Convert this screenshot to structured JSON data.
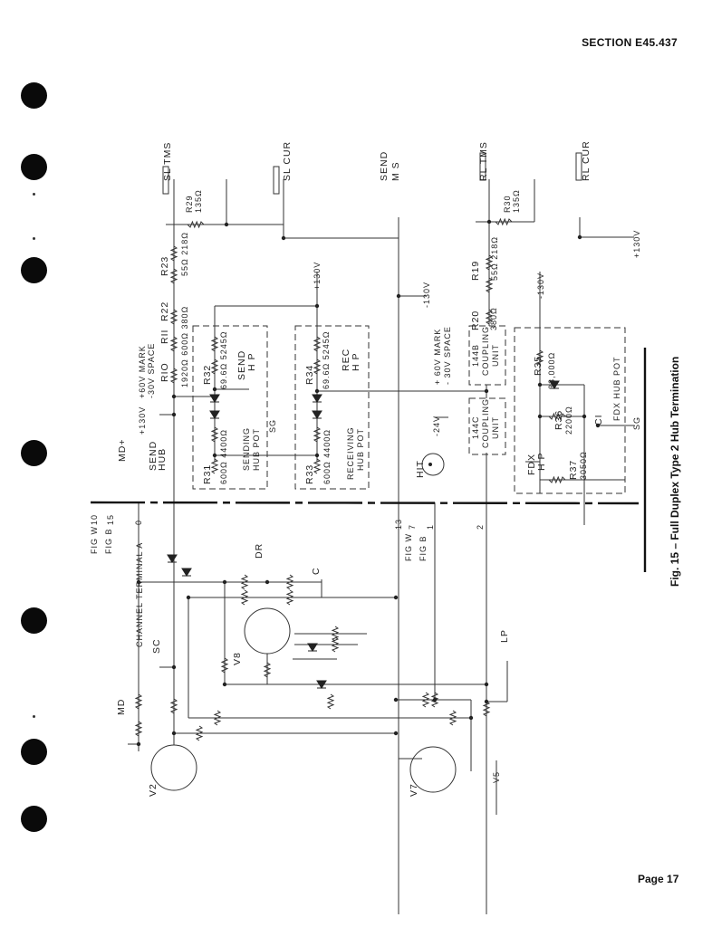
{
  "header": {
    "section": "SECTION E45.437"
  },
  "footer": {
    "page": "Page 17"
  },
  "figure": {
    "caption": "Fig. 15 – Full Duplex Type 2 Hub Termination",
    "labels": {
      "sl_tms": "SL TMS",
      "sl_cur": "SL CUR",
      "send": "SEND",
      "ms": "M S",
      "rl_tms": "RL TMS",
      "rl_cur": "RL CUR",
      "r29": "R29",
      "r29_val": "135Ω",
      "r30": "R30",
      "r30_val": "135Ω",
      "r23": "R23",
      "r23_val": "55Ω  218Ω",
      "r22": "R22",
      "r11": "RII",
      "r10": "RIO",
      "r10_vals": "1920Ω  600Ω  380Ω",
      "mark1": "+60V MARK",
      "space1": "-30V SPACE",
      "p130a": "+130V",
      "send_hub1": "SEND",
      "send_hub2": "HUB",
      "md_plus": "MD+",
      "r32": "R32",
      "r32_val": "69.6Ω 5245Ω",
      "send_hp1": "SEND",
      "send_hp2": "H P",
      "r31": "R31",
      "r31_val": "600Ω  4400Ω",
      "shp1": "SENDING",
      "shp2": "HUB POT",
      "sg1": "SG",
      "p130b": "+130V",
      "r34": "R34",
      "r34_val": "69.6Ω 5245Ω",
      "rec_hp1": "REC",
      "rec_hp2": "H P",
      "r33": "R33",
      "r33_val": "600Ω  4400Ω",
      "rhp1": "RECEIVING",
      "rhp2": "HUB POT",
      "m130a": "-130V",
      "mark2": "+ 60V  MARK",
      "space2": "- 30V  SPACE",
      "r20": "R20",
      "r20_val": "380Ω",
      "r19": "R19",
      "r19_val": "55Ω  218Ω",
      "cu144b_1": "144B",
      "cu144b_2": "COUPLING",
      "cu144b_3": "UNIT",
      "cu144c_1": "144C",
      "cu144c_2": "COUPLING",
      "cu144c_3": "UNIT",
      "m130b": "-130V",
      "p130c": "+130V",
      "r35": "R35",
      "r35_val": "33,000Ω",
      "r36": "R36",
      "r36_val": "2200Ω",
      "c1": "CI",
      "fdx_pot": "FDX HUB POT",
      "sg2": "SG",
      "fdx1": "FDX",
      "fdx2": "H P",
      "r37": "R37",
      "r37_val": "3050Ω",
      "m24": "-24V",
      "hit": "HIT",
      "ch_term": "CHANNEL  TERMINAL  A",
      "md": "MD",
      "sc": "SC",
      "dr": "DR",
      "c": "C",
      "v8": "V8",
      "v2": "V2",
      "v7": "V7",
      "v5": "V5",
      "lp": "LP",
      "fig_w1": "FIG W",
      "fig_b1": "FIG B",
      "fig_w2": "FIG W",
      "fig_b2": "FIG B",
      "n10": "10",
      "n15": "15",
      "n0": "0",
      "n13": "13",
      "n7": "7",
      "n1": "1",
      "n2": "2"
    }
  }
}
